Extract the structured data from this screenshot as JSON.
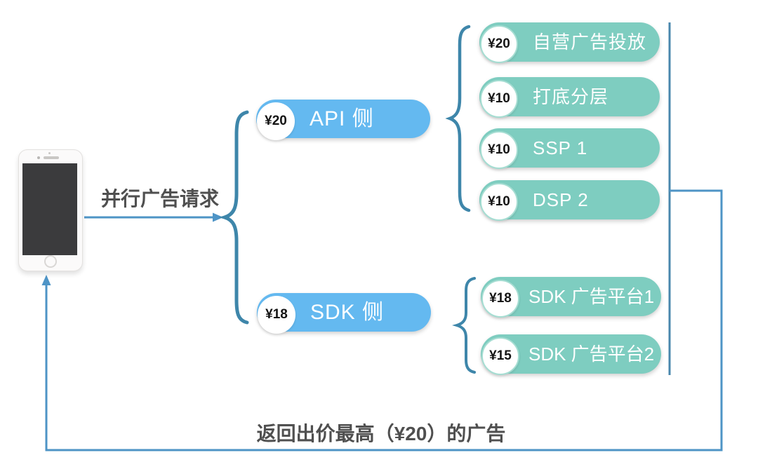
{
  "labels": {
    "request": "并行广告请求",
    "return": "返回出价最高（¥20）的广告"
  },
  "tiers": {
    "api": {
      "price": "¥20",
      "label": "API 侧"
    },
    "sdk": {
      "price": "¥18",
      "label": "SDK 侧"
    }
  },
  "api_sources": [
    {
      "price": "¥20",
      "label": "自营广告投放"
    },
    {
      "price": "¥10",
      "label": "打底分层"
    },
    {
      "price": "¥10",
      "label": "SSP 1"
    },
    {
      "price": "¥10",
      "label": "DSP 2"
    }
  ],
  "sdk_sources": [
    {
      "price": "¥18",
      "label": "SDK 广告平台1"
    },
    {
      "price": "¥15",
      "label": "SDK 广告平台2"
    }
  ],
  "colors": {
    "api_tier_pill": "#64b9f0",
    "source_pill": "#7ecdc0",
    "brace": "#3e86aa",
    "flow_line": "#4e94c6",
    "collector_line": "#4987ad",
    "label_text": "#4f4f4f",
    "badge_bg": "#ffffff",
    "badge_text": "#141414"
  }
}
